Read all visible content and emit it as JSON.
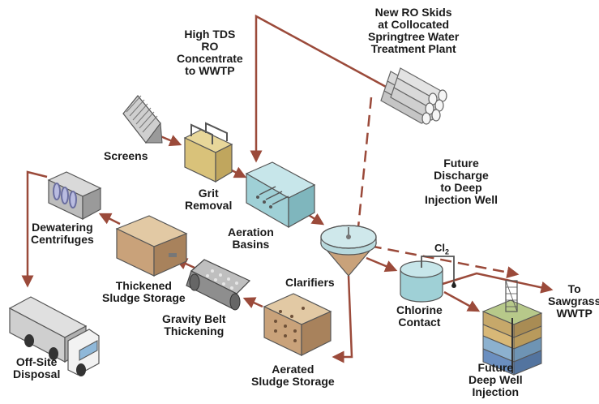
{
  "diagram": {
    "labels": {
      "screens": [
        "Screens"
      ],
      "grit_removal": [
        "Grit",
        "Removal"
      ],
      "aeration_basins": [
        "Aeration",
        "Basins"
      ],
      "clarifiers": [
        "Clarifiers"
      ],
      "chlorine_contact": [
        "Chlorine",
        "Contact"
      ],
      "to_sawgrass": [
        "To",
        "Sawgrass",
        "WWTP"
      ],
      "future_deep_well": [
        "Future",
        "Deep Well",
        "Injection"
      ],
      "aerated_sludge_storage": [
        "Aerated",
        "Sludge Storage"
      ],
      "gravity_belt_thickening": [
        "Gravity Belt",
        "Thickening"
      ],
      "thickened_sludge_storage": [
        "Thickened",
        "Sludge Storage"
      ],
      "dewatering_centrifuges": [
        "Dewatering",
        "Centrifuges"
      ],
      "offsite_disposal": [
        "Off-Site",
        "Disposal"
      ],
      "ro_concentrate": [
        "High TDS",
        "RO",
        "Concentrate",
        "to WWTP"
      ],
      "new_ro_skids": [
        "New RO Skids",
        "at Collocated",
        "Springtree Water",
        "Treatment Plant"
      ],
      "future_discharge": [
        "Future",
        "Discharge",
        "to Deep",
        "Injection Well"
      ],
      "chlorine_symbol": "Cl",
      "chlorine_subscript": "2"
    },
    "colors": {
      "flow_line": "#9b4a3a",
      "concrete": "#c9c9c9",
      "water": "#9fd0d6",
      "sludge": "#c9a27a",
      "grit": "#d9c27a"
    }
  }
}
